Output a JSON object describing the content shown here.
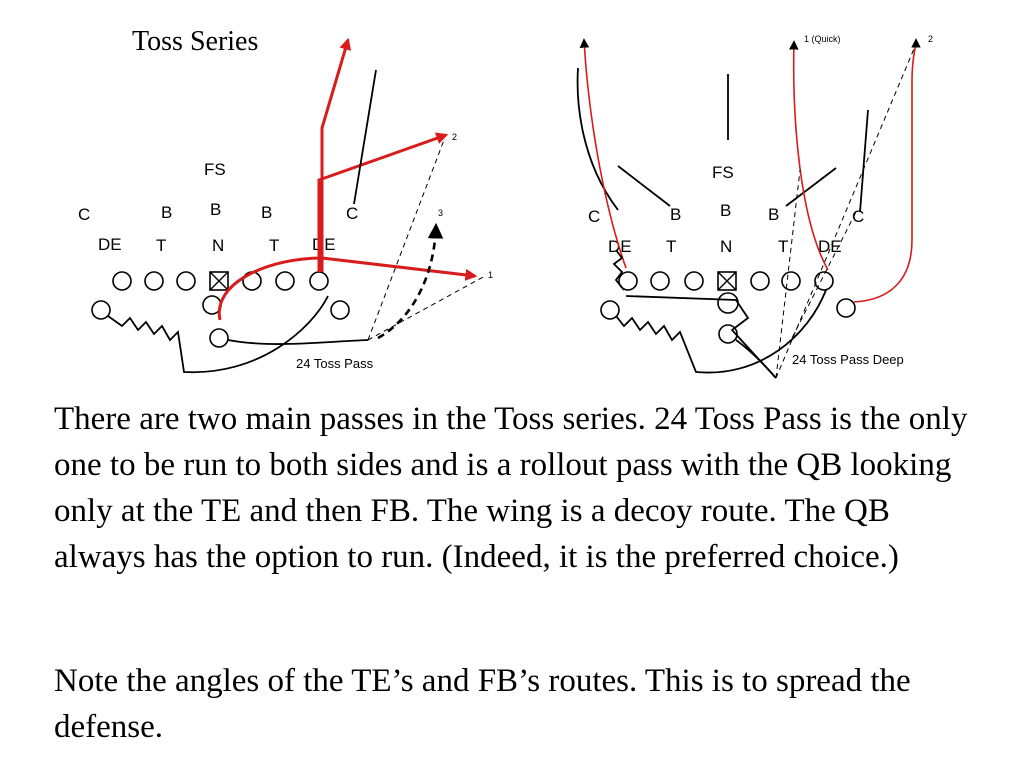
{
  "slide": {
    "title": "Toss Series",
    "paragraphs": [
      "There are two main passes in the Toss series. 24 Toss Pass is the only one to be run to both sides and is a rollout pass with the QB looking only at the TE and then FB. The wing is a decoy route. The QB always has the option to run. (Indeed, it is the preferred choice.)",
      "Note the angles of the TE’s and FB’s routes. This is to spread the defense."
    ]
  },
  "diagram_left": {
    "play_name": "24 Toss Pass",
    "defense": {
      "fs": "FS",
      "c_left": "C",
      "c_right": "C",
      "b_left": "B",
      "b_mid": "B",
      "b_right": "B",
      "de_left": "DE",
      "t_left": "T",
      "n": "N",
      "t_right": "T",
      "de_right": "DE"
    },
    "route_numbers": {
      "r1": "1",
      "r2": "2",
      "r3": "3"
    },
    "colors": {
      "primary_route": "#d81b1b",
      "secondary_route": "#000000"
    }
  },
  "diagram_right": {
    "play_name": "24 Toss Pass Deep",
    "defense": {
      "fs": "FS",
      "c_left": "C",
      "c_right": "C",
      "b_left": "B",
      "b_mid": "B",
      "b_right": "B",
      "de_left": "DE",
      "t_left": "T",
      "n": "N",
      "t_right": "T",
      "de_right": "DE"
    },
    "route_numbers": {
      "r1": "1 (Quick)",
      "r2": "2"
    }
  }
}
